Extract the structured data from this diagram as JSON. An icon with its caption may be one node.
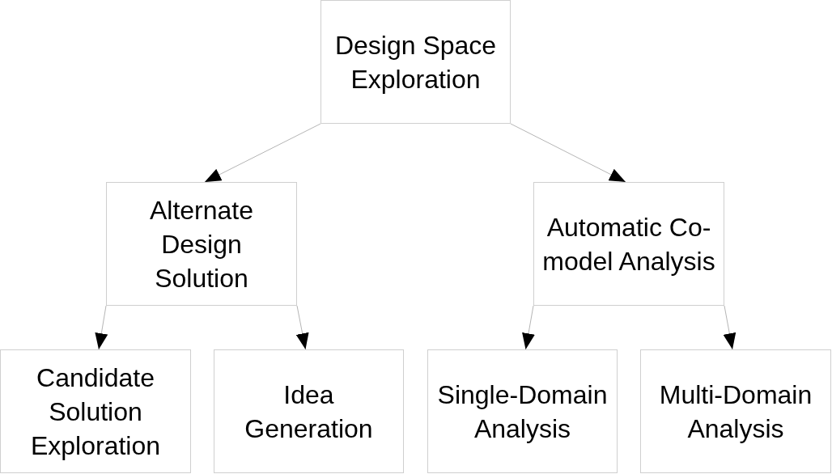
{
  "diagram": {
    "nodes": [
      {
        "text": [
          "Design Space Exploration"
        ]
      },
      {
        "text": [
          "Alternate Design Solution"
        ]
      },
      {
        "text": [
          "Automatic Co-model Analysis"
        ]
      },
      {
        "text": [
          "Candidate Solution Exploration"
        ]
      },
      {
        "text": [
          "Idea Generation"
        ]
      },
      {
        "text": [
          "Single-Domain Analysis"
        ]
      },
      {
        "text": [
          "Multi-Domain Analysis"
        ]
      }
    ],
    "edges": [
      {
        "from": 0,
        "to": 1,
        "arrow": "to"
      },
      {
        "from": 0,
        "to": 2,
        "arrow": "to"
      },
      {
        "from": 1,
        "to": 3,
        "arrow": "to"
      },
      {
        "from": 1,
        "to": 4,
        "arrow": "to"
      },
      {
        "from": 2,
        "to": 5,
        "arrow": "to"
      },
      {
        "from": 2,
        "to": 6,
        "arrow": "to"
      }
    ]
  }
}
